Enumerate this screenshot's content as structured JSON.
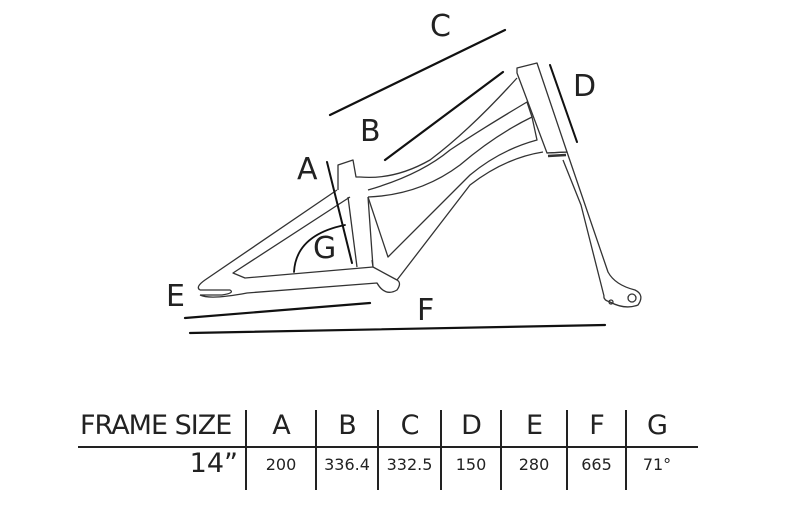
{
  "diagram": {
    "labels": {
      "A": "A",
      "B": "B",
      "C": "C",
      "D": "D",
      "E": "E",
      "F": "F",
      "G": "G"
    }
  },
  "table": {
    "header": [
      "FRAME SIZE",
      "A",
      "B",
      "C",
      "D",
      "E",
      "F",
      "G"
    ],
    "rows": [
      {
        "frame_size": "14”",
        "values": [
          "200",
          "336.4",
          "332.5",
          "150",
          "280",
          "665",
          "71°"
        ]
      }
    ]
  }
}
